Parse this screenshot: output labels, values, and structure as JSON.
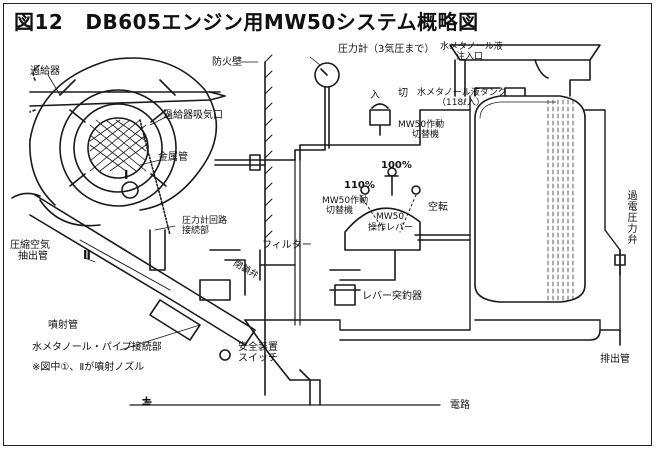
{
  "title": {
    "fig": "図12",
    "text": "DB605エンジン用MW50システム概略図"
  },
  "labels": {
    "turbocharger": "過給器",
    "firewall": "防火壁",
    "intake": "過給器吸気口",
    "pressure_gauge": "圧力計（3気圧まで）",
    "fill_port": [
      "水メタノール液",
      "注入口"
    ],
    "tank": [
      "水メタノール液タンク",
      "（118ℓ入）"
    ],
    "switch_in": "入",
    "switch_off": "切",
    "mw50_switch": [
      "MW50作動",
      "切替機"
    ],
    "metal_pipe": "金属管",
    "circle1": "Ⅰ",
    "circle2": "Ⅱ",
    "p110": "110%",
    "p100": "100%",
    "lever_switch": [
      "MW50作動",
      "切替機"
    ],
    "lever_title": "MW50",
    "lever": "操作レバー",
    "idle": "空転",
    "gauge_circuit": [
      "圧力計回路",
      "接続部"
    ],
    "filter": "フィルター",
    "shutoff_valve": "閉鎖弁",
    "lever_lock": "レバー突釣器",
    "compressed_air": [
      "圧縮空気",
      "抽出管"
    ],
    "injection_pipe": "噴射管",
    "pipe_connect": "水メタノール・パイプ接続部",
    "note": "※図中①、Ⅱが噴射ノズル",
    "safety_switch": [
      "安全装置",
      "スイッチ"
    ],
    "relief_valve": "過電圧力弁",
    "drain": "排出管",
    "circuit": "電路",
    "sign": "±"
  }
}
